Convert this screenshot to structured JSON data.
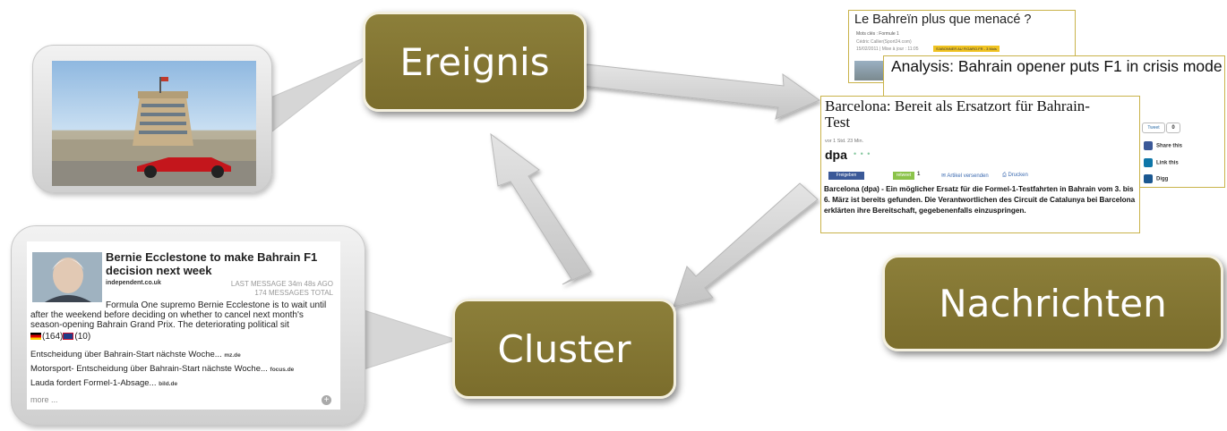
{
  "labels": {
    "ereignis": "Ereignis",
    "cluster": "Cluster",
    "nachrichten": "Nachrichten"
  },
  "cluster_card": {
    "title": "Bernie Ecclestone to make Bahrain F1 decision next week",
    "source": "independent.co.uk",
    "last_message": "LAST MESSAGE 34m 48s AGO",
    "messages_total": "174 MESSAGES TOTAL",
    "excerpt": "Formula One supremo Bernie Ecclestone is to wait until after the weekend before deciding on whether to cancel next month's season-opening Bahrain Grand Prix. The deteriorating political sit",
    "count_de": "(164)",
    "count_uk": "(10)",
    "related": [
      {
        "text": "Entscheidung über Bahrain-Start nächste Woche...",
        "source": "mz.de"
      },
      {
        "text": "Motorsport- Entscheidung über Bahrain-Start nächste Woche...",
        "source": "focus.de"
      },
      {
        "text": "Lauda fordert Formel-1-Absage...",
        "source": "bild.de"
      }
    ],
    "more": "more ..."
  },
  "news": {
    "figaro": {
      "title": "Le Bahreïn plus que menacé ?",
      "mots": "Mots clés : Formule 1",
      "author": "Cédric Callier(Sport24.com)",
      "date": "15/02/2011 | Mise à jour : 11:05",
      "badge": "S'ABONNER AU FIGARO.FR - 3 Mois"
    },
    "analysis": {
      "title": "Analysis: Bahrain opener puts F1 in crisis mode",
      "tweet": "Tweet",
      "tweet_count": "0",
      "share": "Share this",
      "link": "Link this",
      "digg": "Digg"
    },
    "dpa": {
      "title": "Barcelona: Bereit als Ersatzort für Bahrain-Test",
      "time": "vor 1 Std. 23 Min.",
      "agency": "dpa",
      "dots": "• • •",
      "freigeben": "Freigeben",
      "retweet": "retweet",
      "retweet_count": "1",
      "mail": "Artikel versenden",
      "print": "Drucken",
      "body": "Barcelona (dpa) - Ein möglicher Ersatz für die Formel-1-Testfahrten in Bahrain vom 3. bis 6. März ist bereits gefunden. Die Verantwortlichen des Circuit de Catalunya bei Barcelona erklärten ihre Bereitschaft, gegebenenfalls einzuspringen."
    }
  },
  "colors": {
    "label_fill": "#857734",
    "label_border": "#f4f0df",
    "arrow_fill": "#d4d4d4",
    "news_border": "#c9b34a"
  }
}
